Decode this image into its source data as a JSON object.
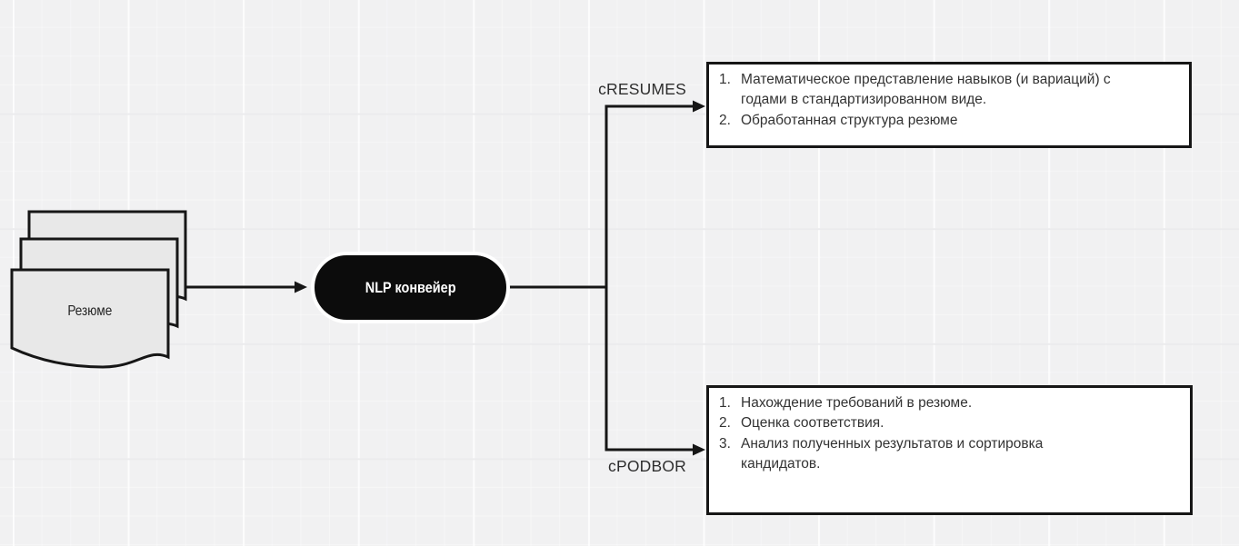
{
  "canvas": {
    "background": "#f1f1f2",
    "node_border": "#161616",
    "node_fill": "#ffffff",
    "doc_fill": "#e8e8e8",
    "pill_fill": "#0c0c0c",
    "pill_text": "#ffffff",
    "text_color": "#333333"
  },
  "nodes": {
    "resume_stack": {
      "label": "Резюме"
    },
    "nlp_pipeline": {
      "label": "NLP конвейер"
    },
    "cresumes_output": {
      "items": [
        {
          "num": "1.",
          "text": "Математическое представление навыков (и вариаций) с\nгодами в стандартизированном виде."
        },
        {
          "num": "2.",
          "text": "Обработанная структура резюме"
        }
      ]
    },
    "cpodbor_output": {
      "items": [
        {
          "num": "1.",
          "text": "Нахождение требований в резюме."
        },
        {
          "num": "2.",
          "text": "Оценка соответствия."
        },
        {
          "num": "3.",
          "text": "Анализ полученных результатов и сортировка\nкандидатов."
        }
      ]
    }
  },
  "edges": {
    "cresumes_label": "cRESUMES",
    "cpodbor_label": "cPODBOR"
  }
}
